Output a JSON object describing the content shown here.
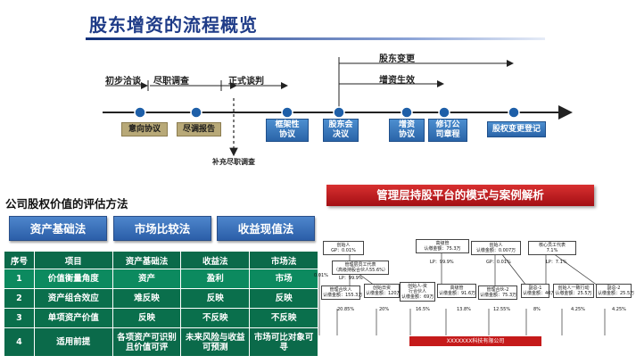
{
  "title": "股东增资的流程概览",
  "timeline": {
    "phases_above": [
      "初步洽谈",
      "尽职调查",
      "正式谈判"
    ],
    "right_phases": [
      "股东变更",
      "增资生效"
    ],
    "below_dashed": "补充尽职调查",
    "gold_boxes": [
      "意向协议",
      "尽调报告"
    ],
    "blue_boxes": [
      "股权变更登记"
    ],
    "blue_boxes_2": [
      "框架性\n协议",
      "股东会\n决议",
      "增资\n协议",
      "修订公\n司章程"
    ]
  },
  "valuation": {
    "title": "公司股权价值的评估方法",
    "methods": [
      "资产基础法",
      "市场比较法",
      "收益现值法"
    ],
    "headers": [
      "序号",
      "项目",
      "资产基础法",
      "收益法",
      "市场法"
    ],
    "rows": [
      [
        "1",
        "价值衡量角度",
        "资产",
        "盈利",
        "市场"
      ],
      [
        "2",
        "资产组合效应",
        "难反映",
        "反映",
        "反映"
      ],
      [
        "3",
        "单项资产价值",
        "反映",
        "不反映",
        "不反映"
      ],
      [
        "4",
        "适用前提",
        "各项资产可识别且价值可评",
        "未来风险与收益可预测",
        "市场可比对象可寻"
      ]
    ]
  },
  "holding": {
    "banner": "管理层持股平台的模式与案例解析",
    "company": "XXXXXXX科技有限公司",
    "top_boxes": [
      "创始人\nGP：0.01%",
      "高级管\n认缴金额：75.3万",
      "创始人\n认缴金额：0.007万",
      "核心员工代表\n7.1%"
    ],
    "top_sub": [
      "LP：99.9%",
      "LP：99.9%",
      "GP：0.01%",
      "LP：7.1%"
    ],
    "side_box": "管理层员工代表\n（高级持股合伙人55.6%）",
    "side_sub": "LP：99.9%",
    "mid_boxes": [
      "管理合伙人\n认缴金额：155.3万",
      "创始日资\n认缴金额：120万",
      "创始人-资\n行合伙人\n认缴金额：69万",
      "高级管\n认缴金额：91.6万",
      "管理合伙-2\n认缴金额：75.3万",
      "副总-1\n认缴金额：40万",
      "创始人一致行动\n认缴金额：25.5万",
      "副总-2\n认缴金额：25.5万"
    ],
    "percents": [
      "0.01%",
      "20.85%",
      "20%",
      "16.5%",
      "13.8%",
      "12.55%",
      "8%",
      "4.25%",
      "4.25%"
    ]
  }
}
